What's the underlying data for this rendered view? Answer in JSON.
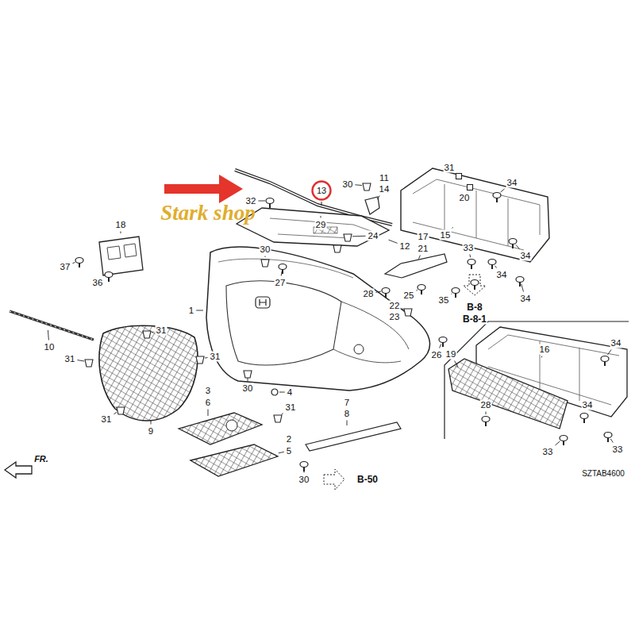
{
  "diagram": {
    "nodes": [
      {
        "text": [
          "13"
        ]
      }
    ],
    "labels": [
      "Stark shop",
      "32",
      "30",
      "11",
      "14",
      "29",
      "31",
      "20",
      "34",
      "24",
      "12",
      "17",
      "21",
      "15",
      "33",
      "34",
      "34",
      "34",
      "18",
      "37",
      "36",
      "30",
      "27",
      "28",
      "25",
      "35",
      "22",
      "23",
      "B-8",
      "B-8-1",
      "26",
      "1",
      "10",
      "31",
      "31",
      "31",
      "19",
      "16",
      "34",
      "30",
      "4",
      "3",
      "6",
      "31",
      "9",
      "31",
      "7",
      "8",
      "2",
      "5",
      "28",
      "34",
      "33",
      "33",
      "30",
      "B-50",
      "FR.",
      "SZTAB4600"
    ]
  }
}
